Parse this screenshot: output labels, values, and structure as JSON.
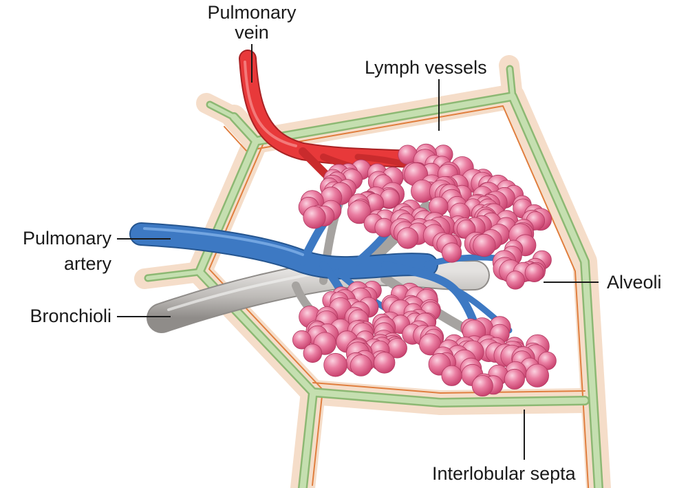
{
  "labels": {
    "pulmonary_vein": [
      "Pulmonary",
      "vein"
    ],
    "lymph_vessels": "Lymph vessels",
    "pulmonary_artery": [
      "Pulmonary",
      "artery"
    ],
    "bronchioli": "Bronchioli",
    "alveoli": "Alveoli",
    "interlobular_septa": "Interlobular septa"
  },
  "colors": {
    "septa_outer": "#f5ddc9",
    "septa_edge": "#e07e3e",
    "lymph": "#c5dfb0",
    "lymph_edge": "#8cb873",
    "vein": "#e8393a",
    "artery": "#3d79c3",
    "bronchiole": "#c8c6c4",
    "alveolus": "#e05c86",
    "alveolus_light": "#f6a9c3"
  }
}
